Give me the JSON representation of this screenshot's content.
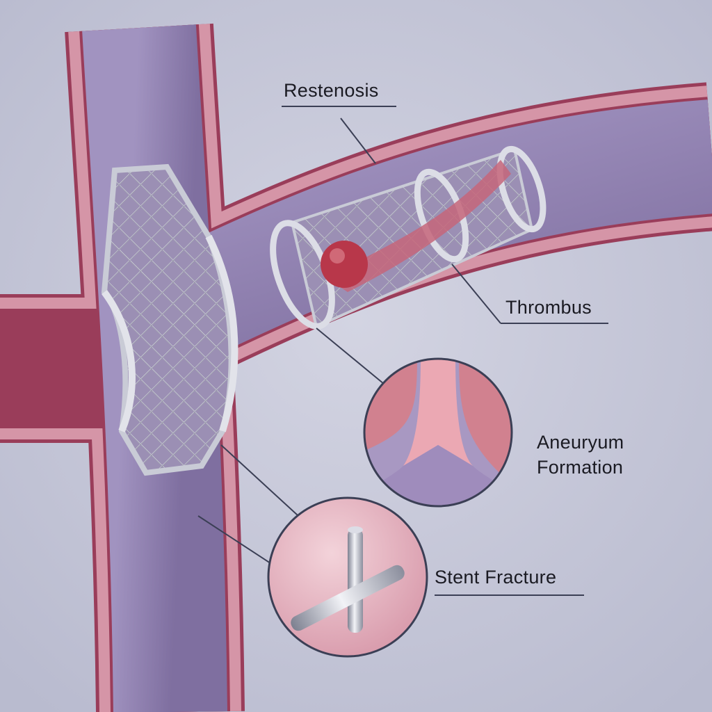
{
  "labels": {
    "restenosis": "Restenosis",
    "thrombus": "Thrombus",
    "aneurysm_line1": "Aneuryum",
    "aneurysm_line2": "Formation",
    "stent_fracture": "Stent Fracture"
  },
  "colors": {
    "background": "#c3c4d6",
    "vessel_wall": "#c97f95",
    "vessel_wall_edge": "#9a3d5a",
    "lumen": "#8f7fae",
    "stent": "#c9cbd6",
    "thrombus": "#b8374a",
    "leader_line": "#3b3f55"
  }
}
